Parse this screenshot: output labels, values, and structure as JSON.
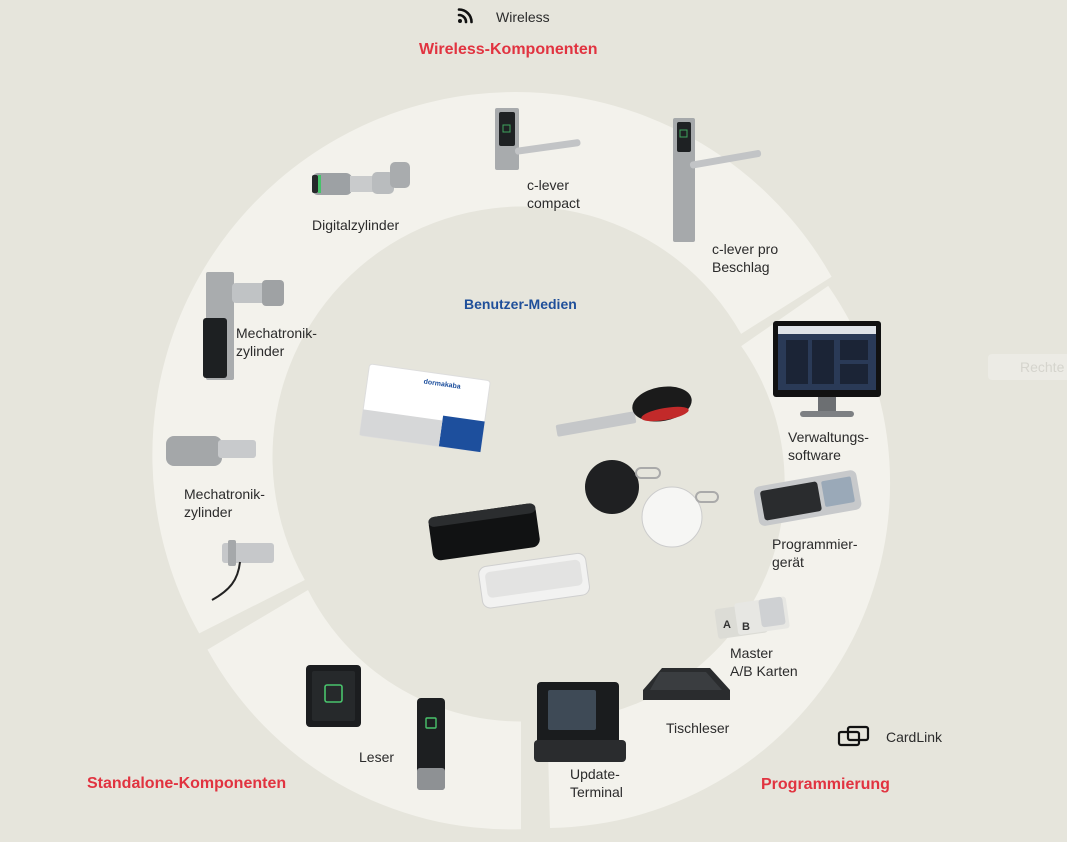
{
  "legend": {
    "wireless_icon": "wifi-icon",
    "wireless_label": "Wireless",
    "cardlink_icon": "cardlink-icon",
    "cardlink_label": "CardLink"
  },
  "sections": {
    "wireless": "Wireless-Komponenten",
    "standalone": "Standalone-Komponenten",
    "programmierung": "Programmierung",
    "benutzer_medien": "Benutzer-Medien"
  },
  "products": {
    "digitalzylinder": "Digitalzylinder",
    "c_lever_compact": [
      "c-lever",
      "compact"
    ],
    "c_lever_pro": [
      "c-lever pro",
      "Beschlag"
    ],
    "mechatronik_1": [
      "Mechatronik-",
      "zylinder"
    ],
    "mechatronik_2": [
      "Mechatronik-",
      "zylinder"
    ],
    "leser": "Leser",
    "update_terminal": [
      "Update-",
      "Terminal"
    ],
    "tischleser": "Tischleser",
    "master_karten": [
      "Master",
      "A/B Karten"
    ],
    "programmiergeraet": [
      "Programmier-",
      "gerät"
    ],
    "verwaltungssoftware": [
      "Verwaltungs-",
      "software"
    ]
  },
  "media_labels": {
    "card_brand": "dormakaba",
    "card_a": "A",
    "card_b": "B"
  },
  "colors": {
    "background": "#e6e5dc",
    "ring": "#f3f2ec",
    "section_red": "#e13340",
    "section_blue": "#1f4f9a"
  },
  "hidden_button": "Rechte"
}
